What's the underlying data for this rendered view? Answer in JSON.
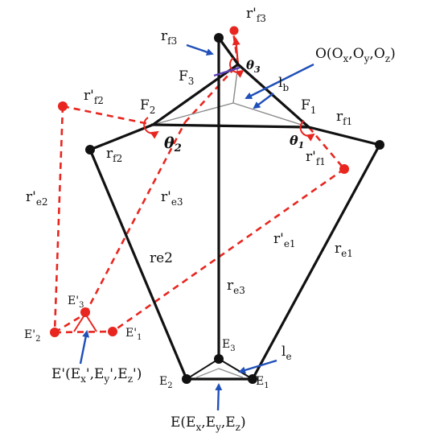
{
  "colors": {
    "frame": "#111111",
    "virtual": "#e8261f",
    "arrow": "#1f4fb8",
    "thin": "#8a8a8a"
  },
  "labels": {
    "rf3": "r",
    "rf3_sub": "f3",
    "rf3p": "r'",
    "rf3p_sub": "f3",
    "F3": "F",
    "F3_sub": "3",
    "theta3": "θ",
    "theta3_sub": "3",
    "O": "O(O",
    "O_x": "x",
    "O_mid1": ",O",
    "O_y": "y",
    "O_mid2": ",O",
    "O_z": "z",
    "O_end": ")",
    "lb": "l",
    "lb_sub": "b",
    "rf2p": "r'",
    "rf2p_sub": "f2",
    "F2": "F",
    "F2_sub": "2",
    "F1": "F",
    "F1_sub": "1",
    "rf1": "r",
    "rf1_sub": "f1",
    "theta2": "θ",
    "theta2_sub": "2",
    "theta1": "θ",
    "theta1_sub": "1",
    "rf2": "r",
    "rf2_sub": "f2",
    "rf1p": "r'",
    "rf1p_sub": "f1",
    "re2p": "r'",
    "re2p_sub": "e2",
    "re3p": "r'",
    "re3p_sub": "e3",
    "re1p": "r'",
    "re1p_sub": "e1",
    "re2": "re2",
    "re1": "r",
    "re1_sub": "e1",
    "re3": "r",
    "re3_sub": "e3",
    "E3p": "E'",
    "E3p_sub": "3",
    "E2p": "E'",
    "E2p_sub": "2",
    "E1p": "E'",
    "E1p_sub": "1",
    "Ep": "E'(E",
    "Ep_x": "x",
    "Ep_mid1": "',E",
    "Ep_y": "y",
    "Ep_mid2": "',E",
    "Ep_z": "z",
    "Ep_end": "')",
    "E3": "E",
    "E3_sub": "3",
    "le": "l",
    "le_sub": "e",
    "E2": "E",
    "E2_sub": "2",
    "E1": "E",
    "E1_sub": "1",
    "E": "E(E",
    "E_x": "x",
    "E_mid1": ",E",
    "E_y": "y",
    "E_mid2": ",E",
    "E_z": "z",
    "E_end": ")"
  }
}
